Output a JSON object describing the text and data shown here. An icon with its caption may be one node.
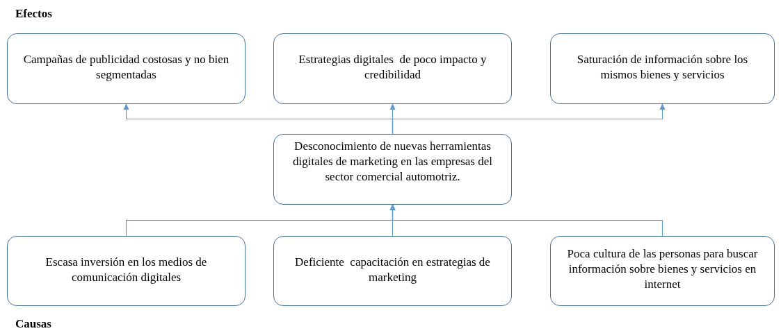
{
  "diagram": {
    "nodes": [
      {
        "text": [
          "Campañas de publicidad costosas y no bien segmentadas"
        ]
      },
      {
        "text": [
          "Estrategias digitales  de poco impacto y credibilidad"
        ]
      },
      {
        "text": [
          "Saturación de información sobre los mismos bienes y servicios"
        ]
      },
      {
        "text": [
          "Desconocimiento de nuevas herramientas digitales de marketing en las empresas del sector comercial automotriz."
        ]
      },
      {
        "text": [
          "Escasa inversión en los medios de comunicación digitales"
        ]
      },
      {
        "text": [
          "Deficiente  capacitación en estrategias de marketing"
        ]
      },
      {
        "text": [
          "Poca cultura de las personas para buscar información sobre bienes y servicios en internet"
        ]
      }
    ],
    "edges": [
      {
        "from": 3,
        "to": 0,
        "arrow": "to"
      },
      {
        "from": 3,
        "to": 1,
        "arrow": "to"
      },
      {
        "from": 3,
        "to": 2,
        "arrow": "to"
      },
      {
        "from": 4,
        "to": 3,
        "arrow": "to"
      },
      {
        "from": 5,
        "to": 3,
        "arrow": "to"
      },
      {
        "from": 6,
        "to": 3,
        "arrow": "to"
      }
    ],
    "labels": [
      "Efectos",
      "Causas"
    ]
  }
}
